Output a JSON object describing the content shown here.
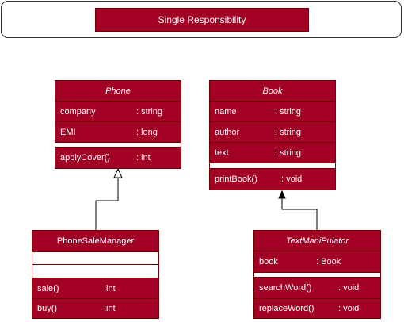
{
  "title": "Single Responsibility",
  "classes": {
    "phone": {
      "name": "Phone",
      "attributes": [
        {
          "name": "company",
          "type": ": string"
        },
        {
          "name": "EMI",
          "type": ": long"
        }
      ],
      "methods": [
        {
          "name": "applyCover()",
          "type": ": int"
        }
      ]
    },
    "book": {
      "name": "Book",
      "attributes": [
        {
          "name": "name",
          "type": ": string"
        },
        {
          "name": "author",
          "type": ": string"
        },
        {
          "name": "text",
          "type": ": string"
        }
      ],
      "methods": [
        {
          "name": "printBook()",
          "type": ": void"
        }
      ]
    },
    "phone_sale_manager": {
      "name": "PhoneSaleManager",
      "methods": [
        {
          "name": "sale()",
          "type": ":int"
        },
        {
          "name": "buy()",
          "type": ":int"
        }
      ]
    },
    "text_manipulator": {
      "name": "TextManiPulator",
      "attributes": [
        {
          "name": "book",
          "type": ": Book"
        }
      ],
      "methods": [
        {
          "name": "searchWord()",
          "type": ": void"
        },
        {
          "name": "replaceWord()",
          "type": ": void"
        }
      ]
    }
  },
  "relations": [
    {
      "from": "PhoneSaleManager",
      "to": "Phone",
      "kind": "inheritance"
    },
    {
      "from": "TextManiPulator",
      "to": "Book",
      "kind": "association"
    }
  ]
}
